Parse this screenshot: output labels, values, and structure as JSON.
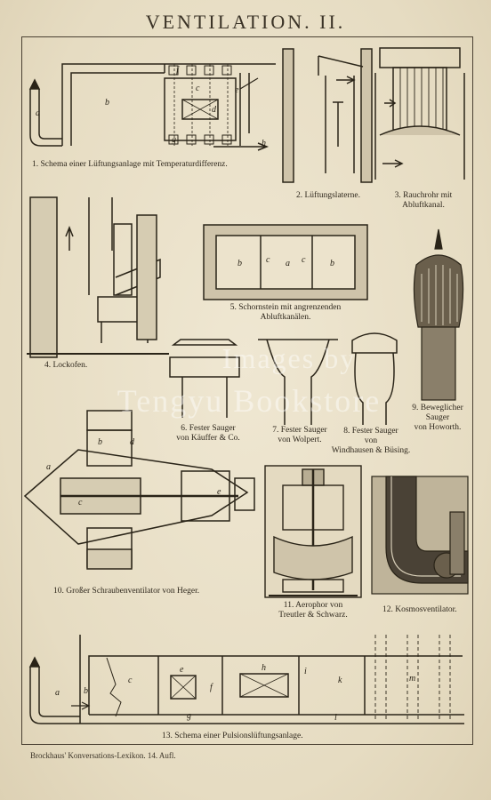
{
  "title": "VENTILATION. II.",
  "figures": [
    {
      "caption": "1. Schema einer Lüftungsanlage mit Temperaturdifferenz."
    },
    {
      "caption": "2. Lüftungslaterne."
    },
    {
      "caption_line1": "3. Rauchrohr mit",
      "caption_line2": "Abluftkanal."
    },
    {
      "caption": "4. Lockofen."
    },
    {
      "caption_line1": "5. Schornstein mit angrenzenden",
      "caption_line2": "Abluftkanälen."
    },
    {
      "caption_line1": "6. Fester Sauger",
      "caption_line2": "von Käuffer & Co."
    },
    {
      "caption_line1": "7. Fester Sauger",
      "caption_line2": "von Wolpert."
    },
    {
      "caption_line1": "8. Fester Sauger",
      "caption_line2": "von",
      "caption_line3": "Windhausen & Büsing."
    },
    {
      "caption_line1": "9. Beweglicher",
      "caption_line2": "Sauger",
      "caption_line3": "von Howorth."
    },
    {
      "caption": "10. Großer Schraubenventilator von Heger."
    },
    {
      "caption_line1": "11. Aerophor von",
      "caption_line2": "Treutler & Schwarz."
    },
    {
      "caption": "12. Kosmosventilator."
    },
    {
      "caption": "13. Schema einer Pulsionslüftungsanlage."
    }
  ],
  "footer": "Brockhaus' Konversations-Lexikon.   14. Aufl.",
  "watermark": {
    "line1": "Images by",
    "line2": "Tengyu Bookstore"
  },
  "letters": {
    "a": "a",
    "b": "b",
    "c": "c",
    "d": "d",
    "e": "e",
    "f": "f",
    "g": "g",
    "h": "h",
    "i": "i",
    "k": "k",
    "l": "l",
    "m": "m"
  }
}
